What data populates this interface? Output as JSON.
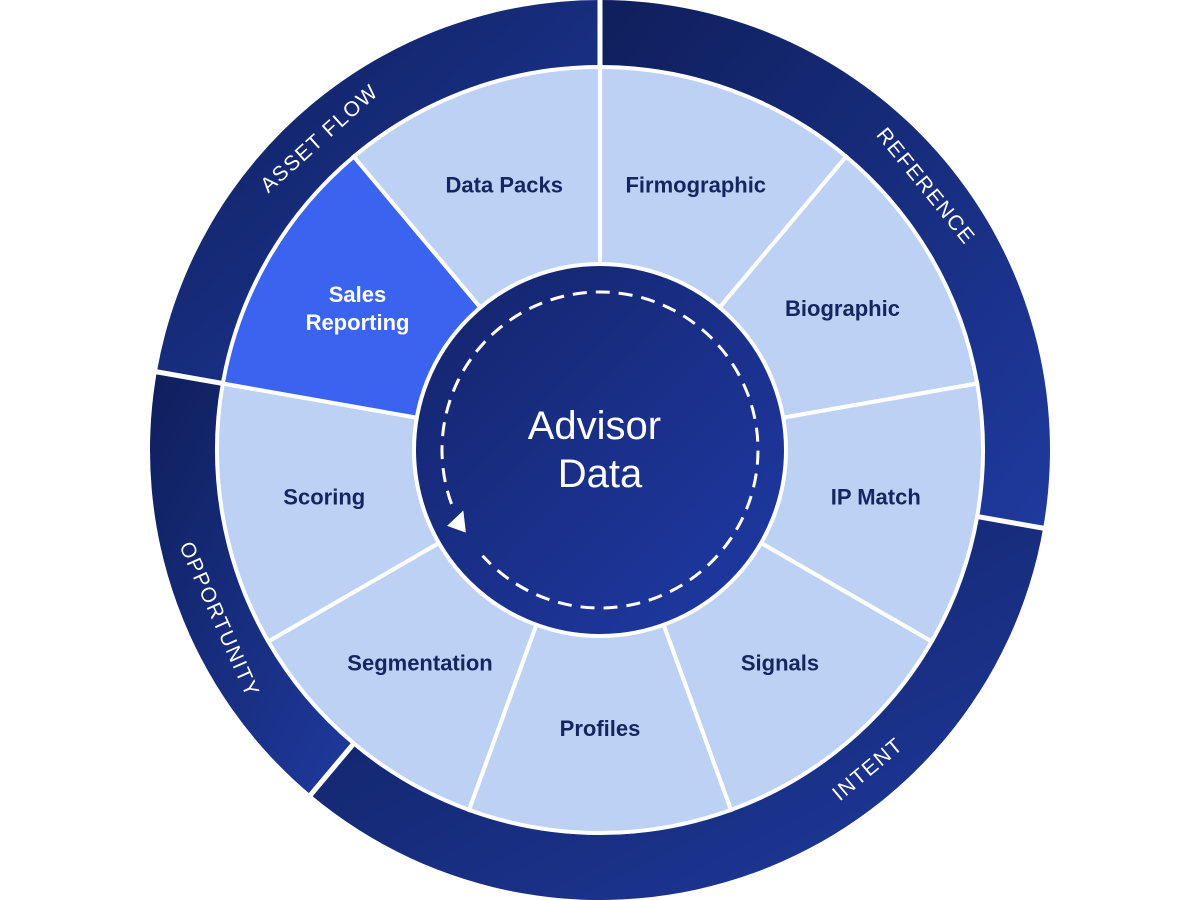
{
  "diagram": {
    "center": {
      "lines": [
        "Advisor",
        "Data"
      ]
    },
    "segments": [
      {
        "label": "Firmographic",
        "highlighted": false
      },
      {
        "label": "Biographic",
        "highlighted": false
      },
      {
        "label": "IP Match",
        "highlighted": false
      },
      {
        "label": "Signals",
        "highlighted": false
      },
      {
        "label": "Profiles",
        "highlighted": false
      },
      {
        "label": "Segmentation",
        "highlighted": false
      },
      {
        "label": "Scoring",
        "highlighted": false
      },
      {
        "label": "Sales Reporting",
        "highlighted": true
      },
      {
        "label": "Data Packs",
        "highlighted": false
      }
    ],
    "ring_groups": [
      {
        "label": "REFERENCE"
      },
      {
        "label": "INTENT"
      },
      {
        "label": "OPPORTUNITY"
      },
      {
        "label": "ASSET FLOW"
      }
    ]
  },
  "colors": {
    "segment_fill": "#bcd1f3",
    "segment_highlight": "#3a63ef",
    "segment_text": "#15255f",
    "segment_highlight_text": "#ffffff",
    "ring_dark": "#0f1f5c",
    "ring_light": "#1f3a9e",
    "center_dark": "#14246a",
    "center_light": "#1f3aa6",
    "divider": "#ffffff"
  }
}
